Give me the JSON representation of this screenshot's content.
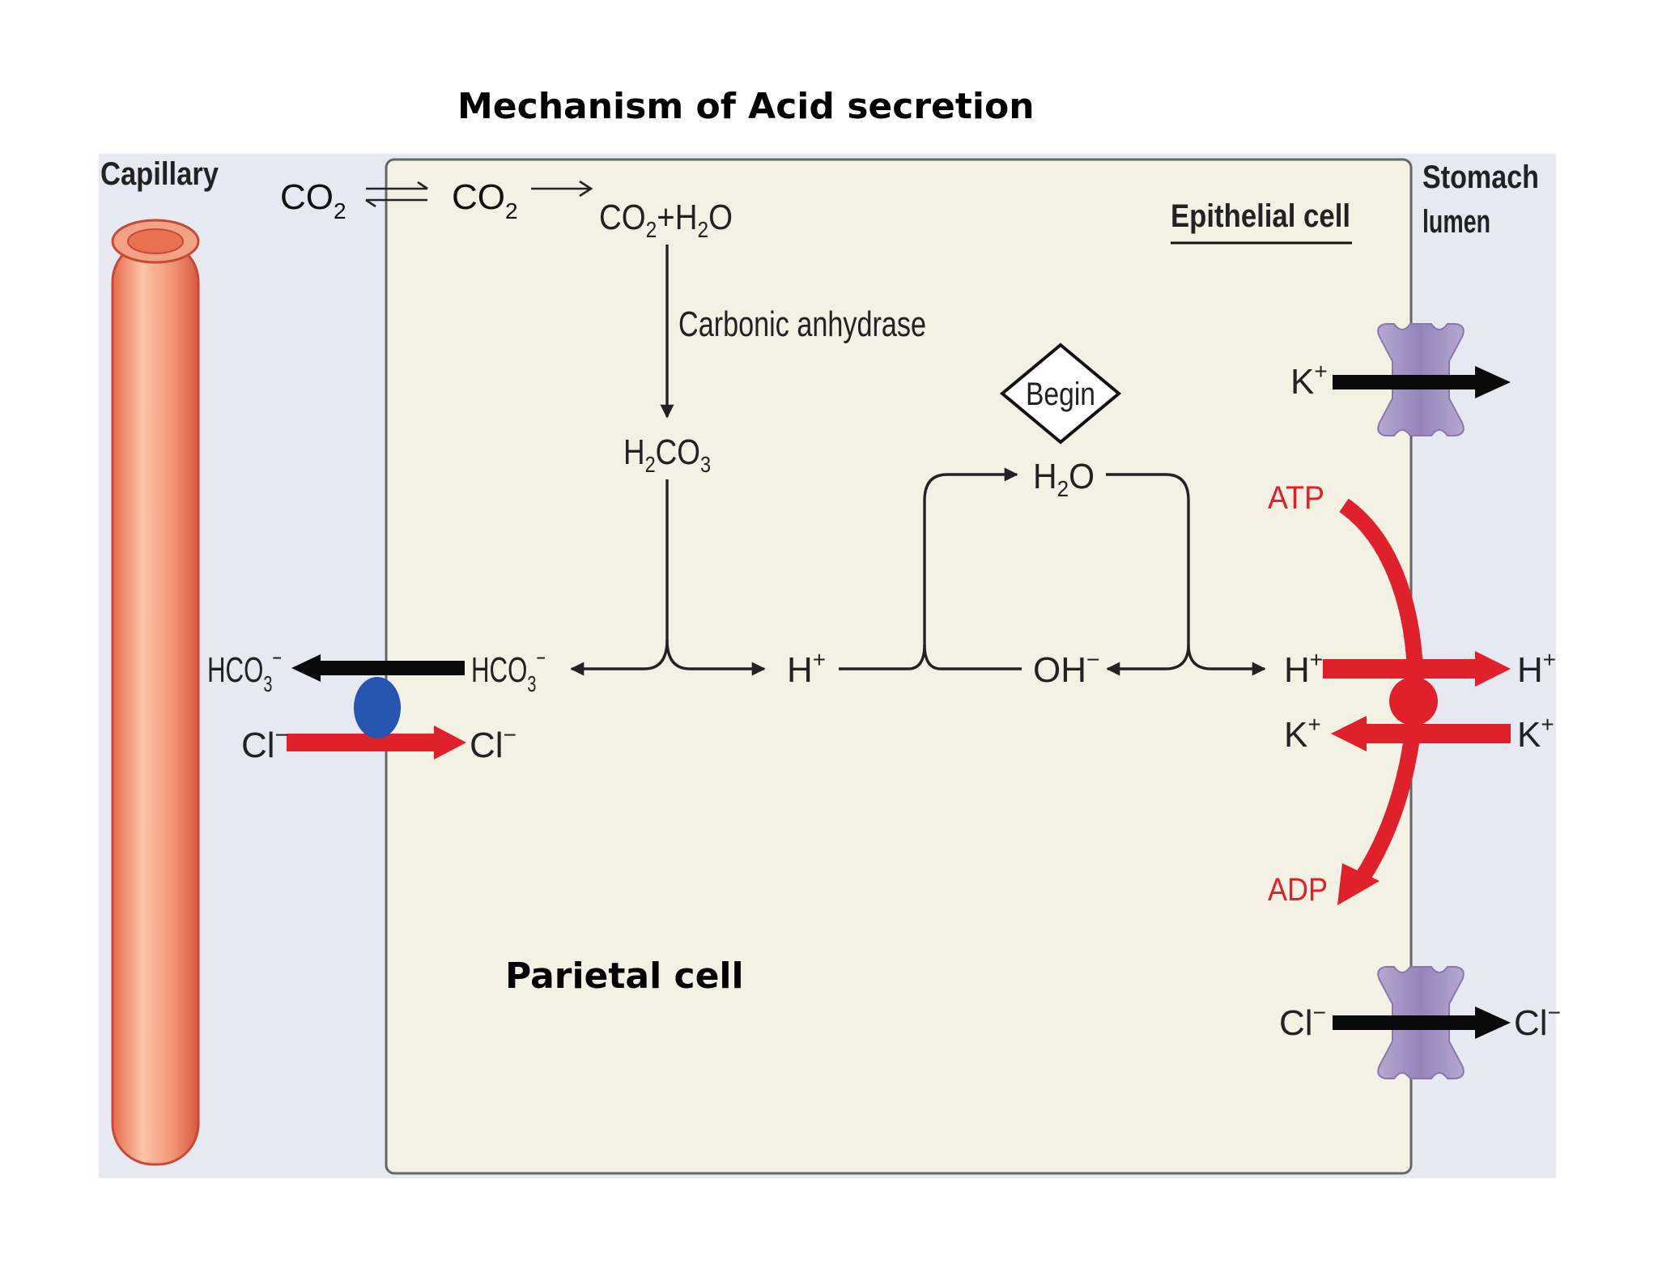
{
  "title": "Mechanism of Acid secretion",
  "regions": {
    "capillary": "Capillary",
    "stomach_lumen_line1": "Stomach",
    "stomach_lumen_line2": "lumen",
    "epithelial_cell": "Epithelial cell",
    "parietal_cell": "Parietal cell"
  },
  "molecules": {
    "co2_blood": {
      "base": "CO",
      "sub": "2"
    },
    "co2_cell": {
      "base": "CO",
      "sub": "2"
    },
    "co2_h2o": {
      "a": "CO",
      "a_sub": "2",
      "plus": "+",
      "b": "H",
      "b_sub": "2",
      "b_end": "O"
    },
    "enzyme": "Carbonic anhydrase",
    "h2co3": {
      "a": "H",
      "a_sub": "2",
      "b": "CO",
      "b_sub": "3"
    },
    "begin": "Begin",
    "h2o": {
      "a": "H",
      "a_sub": "2",
      "b": "O"
    },
    "hco3_cell": {
      "base": "HCO",
      "sub": "3",
      "sup": "−"
    },
    "hco3_blood": {
      "base": "HCO",
      "sub": "3",
      "sup": "−"
    },
    "h_mid": {
      "base": "H",
      "sup": "+"
    },
    "oh": {
      "base": "OH",
      "sup": "−"
    },
    "h_right": {
      "base": "H",
      "sup": "+"
    },
    "h_lumen": {
      "base": "H",
      "sup": "+"
    },
    "k_cell": {
      "base": "K",
      "sup": "+"
    },
    "k_lumen": {
      "base": "K",
      "sup": "+"
    },
    "k_top": {
      "base": "K",
      "sup": "+"
    },
    "cl_blood": {
      "base": "Cl",
      "sup": "−"
    },
    "cl_cell": {
      "base": "Cl",
      "sup": "−"
    },
    "cl_bottom_cell": {
      "base": "Cl",
      "sup": "−"
    },
    "cl_bottom_lumen": {
      "base": "Cl",
      "sup": "−"
    },
    "atp": "ATP",
    "adp": "ADP"
  },
  "colors": {
    "cell_fill": "#f2f1e4",
    "outer_fill": "#e6e9f2",
    "capillary": "#f08e70",
    "red_arrow": "#e0202a",
    "exchanger": "#2655b0",
    "channel": "#a897c6"
  }
}
